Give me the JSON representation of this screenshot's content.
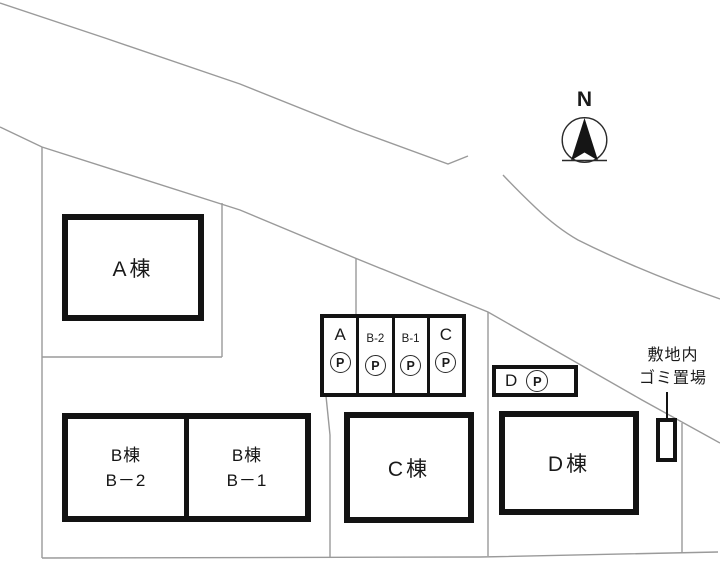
{
  "site": {
    "compass_label": "N",
    "buildings": {
      "a": {
        "label": "A棟"
      },
      "b": {
        "units": [
          {
            "line1": "B棟",
            "line2": "B－2"
          },
          {
            "line1": "B棟",
            "line2": "B－1"
          }
        ]
      },
      "c": {
        "label": "C棟"
      },
      "d": {
        "label": "D棟"
      }
    },
    "parking": {
      "stalls": [
        {
          "label": "A",
          "symbol": "P"
        },
        {
          "label": "B-2",
          "symbol": "P"
        },
        {
          "label": "B-1",
          "symbol": "P"
        },
        {
          "label": "C",
          "symbol": "P"
        }
      ],
      "d_stall": {
        "label": "D",
        "symbol": "P"
      }
    },
    "garbage": {
      "line1": "敷地内",
      "line2": "ゴミ置場"
    }
  },
  "colors": {
    "background": "#ffffff",
    "boundary_gray": "#9a9a9a",
    "ink": "#131313"
  }
}
